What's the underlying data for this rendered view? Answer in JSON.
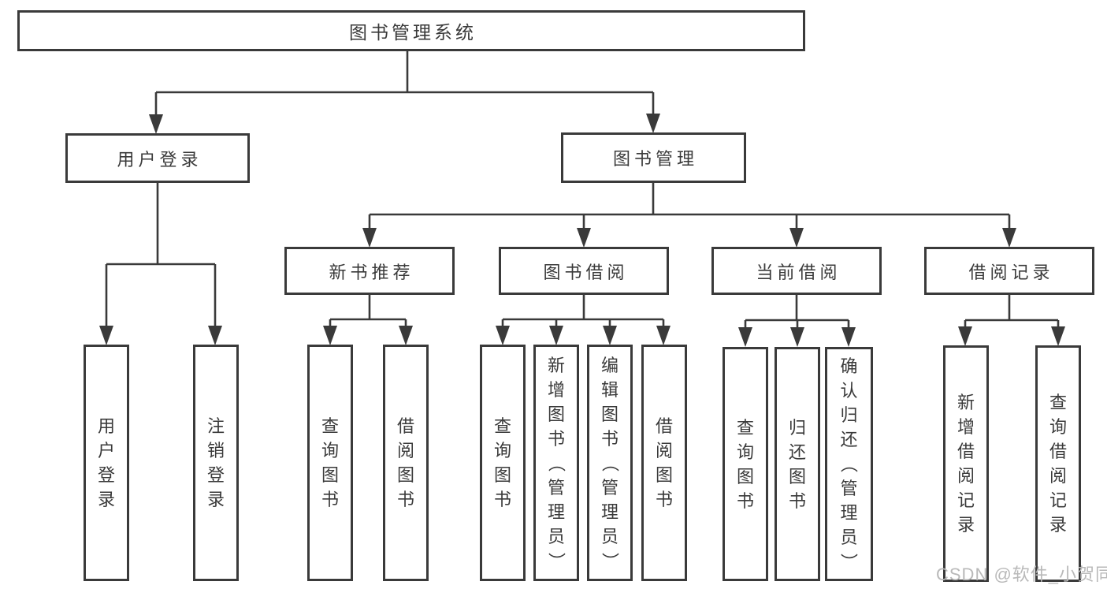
{
  "diagram": {
    "root": {
      "label": "图书管理系统"
    },
    "branches": [
      {
        "label": "用户登录",
        "children": [
          {
            "label": "用户登录"
          },
          {
            "label": "注销登录"
          }
        ]
      },
      {
        "label": "图书管理",
        "children": [
          {
            "label": "新书推荐",
            "children": [
              {
                "label": "查询图书"
              },
              {
                "label": "借阅图书"
              }
            ]
          },
          {
            "label": "图书借阅",
            "children": [
              {
                "label": "查询图书"
              },
              {
                "label": "新增图书（管理员）"
              },
              {
                "label": "编辑图书（管理员）"
              },
              {
                "label": "借阅图书"
              }
            ]
          },
          {
            "label": "当前借阅",
            "children": [
              {
                "label": "查询图书"
              },
              {
                "label": "归还图书"
              },
              {
                "label": "确认归还（管理员）"
              }
            ]
          },
          {
            "label": "借阅记录",
            "children": [
              {
                "label": "新增借阅记录"
              },
              {
                "label": "查询借阅记录"
              }
            ]
          }
        ]
      }
    ],
    "watermark": "CSDN @软件_小贺同学",
    "colors": {
      "line": "#3a3a3a",
      "text": "#3a3a3a",
      "box_fill": "#ffffff",
      "watermark": "#b9b9b9",
      "background": "#ffffff"
    }
  }
}
